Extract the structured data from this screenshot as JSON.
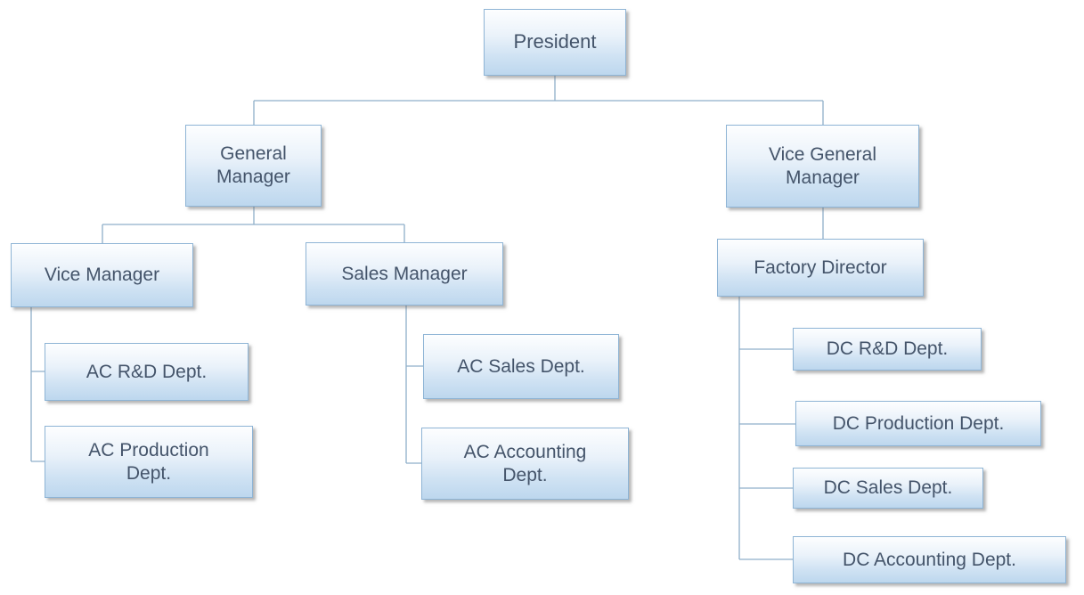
{
  "diagram": {
    "type": "org-chart",
    "nodes": {
      "president": {
        "label": "President"
      },
      "general_manager": {
        "label": "General Manager"
      },
      "vice_general_manager": {
        "label": "Vice General Manager"
      },
      "vice_manager": {
        "label": "Vice Manager"
      },
      "sales_manager": {
        "label": "Sales Manager"
      },
      "factory_director": {
        "label": "Factory Director"
      },
      "ac_rd_dept": {
        "label": "AC R&D Dept."
      },
      "ac_production_dept": {
        "label": "AC Production Dept."
      },
      "ac_sales_dept": {
        "label": "AC Sales Dept."
      },
      "ac_accounting_dept": {
        "label": "AC Accounting Dept."
      },
      "dc_rd_dept": {
        "label": "DC R&D Dept."
      },
      "dc_production_dept": {
        "label": "DC Production Dept."
      },
      "dc_sales_dept": {
        "label": "DC Sales Dept."
      },
      "dc_accounting_dept": {
        "label": "DC Accounting Dept."
      }
    },
    "hierarchy": {
      "president": [
        "general_manager",
        "vice_general_manager"
      ],
      "general_manager": [
        "vice_manager",
        "sales_manager"
      ],
      "vice_manager": [
        "ac_rd_dept",
        "ac_production_dept"
      ],
      "sales_manager": [
        "ac_sales_dept",
        "ac_accounting_dept"
      ],
      "vice_general_manager": [
        "factory_director"
      ],
      "factory_director": [
        "dc_rd_dept",
        "dc_production_dept",
        "dc_sales_dept",
        "dc_accounting_dept"
      ]
    },
    "colors": {
      "box_border": "#8eb4d5",
      "box_fill_top": "#fdfeff",
      "box_fill_bottom": "#bdd7ee",
      "connector": "#8fafc9",
      "text": "#44546a"
    }
  }
}
